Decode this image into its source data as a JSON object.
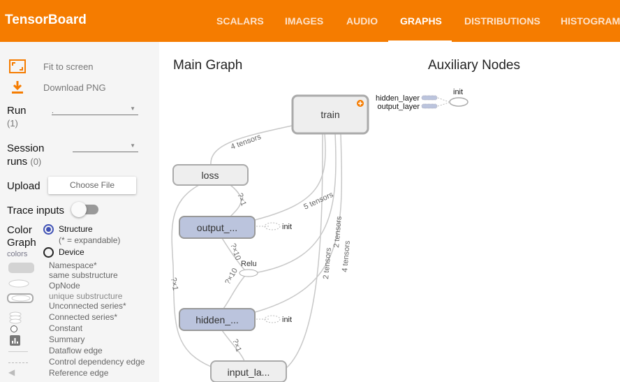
{
  "header": {
    "title": "TensorBoard",
    "tabs": [
      {
        "label": "SCALARS"
      },
      {
        "label": "IMAGES"
      },
      {
        "label": "AUDIO"
      },
      {
        "label": "GRAPHS",
        "active": true
      },
      {
        "label": "DISTRIBUTIONS"
      },
      {
        "label": "HISTOGRAMS"
      }
    ]
  },
  "sidebar": {
    "fit_label": "Fit to screen",
    "download_label": "Download PNG",
    "run_label": "Run",
    "run_count": "(1)",
    "run_value": ".",
    "session_label_1": "Session",
    "session_label_2": "runs",
    "session_count": "(0)",
    "upload_label": "Upload",
    "choose_file": "Choose File",
    "trace_label": "Trace inputs",
    "trace_on": false,
    "color_label": "Color",
    "graph_label": "Graph",
    "colors_label": "colors",
    "radio_structure": "Structure",
    "radio_device": "Device",
    "structure_selected": true,
    "expandable_note": "(* = expandable)",
    "legend": {
      "namespace": "Namespace*",
      "same_sub": "same substructure",
      "opnode": "OpNode",
      "unique_sub": "unique substructure",
      "unconnected": "Unconnected series*",
      "connected": "Connected series*",
      "constant": "Constant",
      "summary": "Summary",
      "dataflow": "Dataflow edge",
      "control": "Control dependency edge",
      "reference": "Reference edge"
    }
  },
  "graph": {
    "main_title": "Main Graph",
    "aux_title": "Auxiliary Nodes",
    "nodes": {
      "train": "train",
      "loss": "loss",
      "output": "output_...",
      "hidden": "hidden_...",
      "input": "input_la...",
      "relu": "Relu",
      "init1": "init",
      "init2": "init"
    },
    "edges": {
      "e1": "4 tensors",
      "e2": "5 tensors",
      "e3": "2 tensors",
      "e4": "2 tensors",
      "e5": "4 tensors",
      "e6": "?×1",
      "e7": "?×10",
      "e8": "?×10",
      "e9": "?×1",
      "e10": "?×1"
    },
    "aux": {
      "hidden_layer": "hidden_layer",
      "output_layer": "output_layer",
      "init": "init"
    },
    "colors": {
      "header": "#f57c00",
      "namespace_fill": "#bbc4dd",
      "node_fill": "#eeeeee",
      "expand": "#f57c00"
    }
  }
}
